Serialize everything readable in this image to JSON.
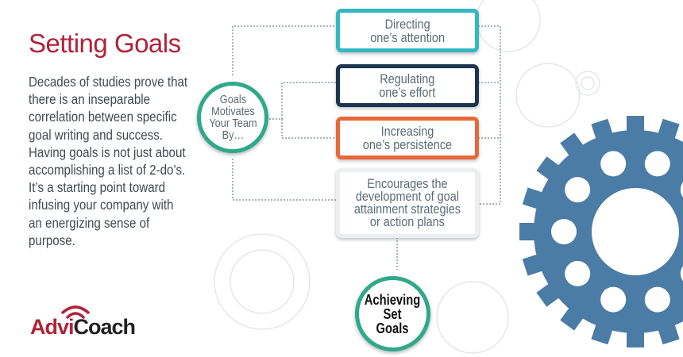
{
  "title": "Setting Goals",
  "body": "Decades of studies prove that there is an inseparable correlation between specific goal writing and success. Having goals is not just about accomplishing a list of 2-do’s.  It’s a starting point toward infusing your company with an energizing sense of purpose.",
  "center": "Goals\nMotivates\nYour Team\nBy…",
  "boxes": [
    {
      "label": "Directing\none’s attention",
      "color": "#35b6c3"
    },
    {
      "label": "Regulating\none’s effort",
      "color": "#1c3550"
    },
    {
      "label": "Increasing\none’s persistence",
      "color": "#e8683a"
    },
    {
      "label": "Encourages the\ndevelopment of goal\nattainment strategies\nor action plans",
      "color": "#eceef1"
    }
  ],
  "result": "Achieving\nSet\nGoals",
  "logo": {
    "part1": "Advi",
    "part2": "Coach",
    "red": "#b0223a"
  },
  "gear_color": "#4a7ca6"
}
